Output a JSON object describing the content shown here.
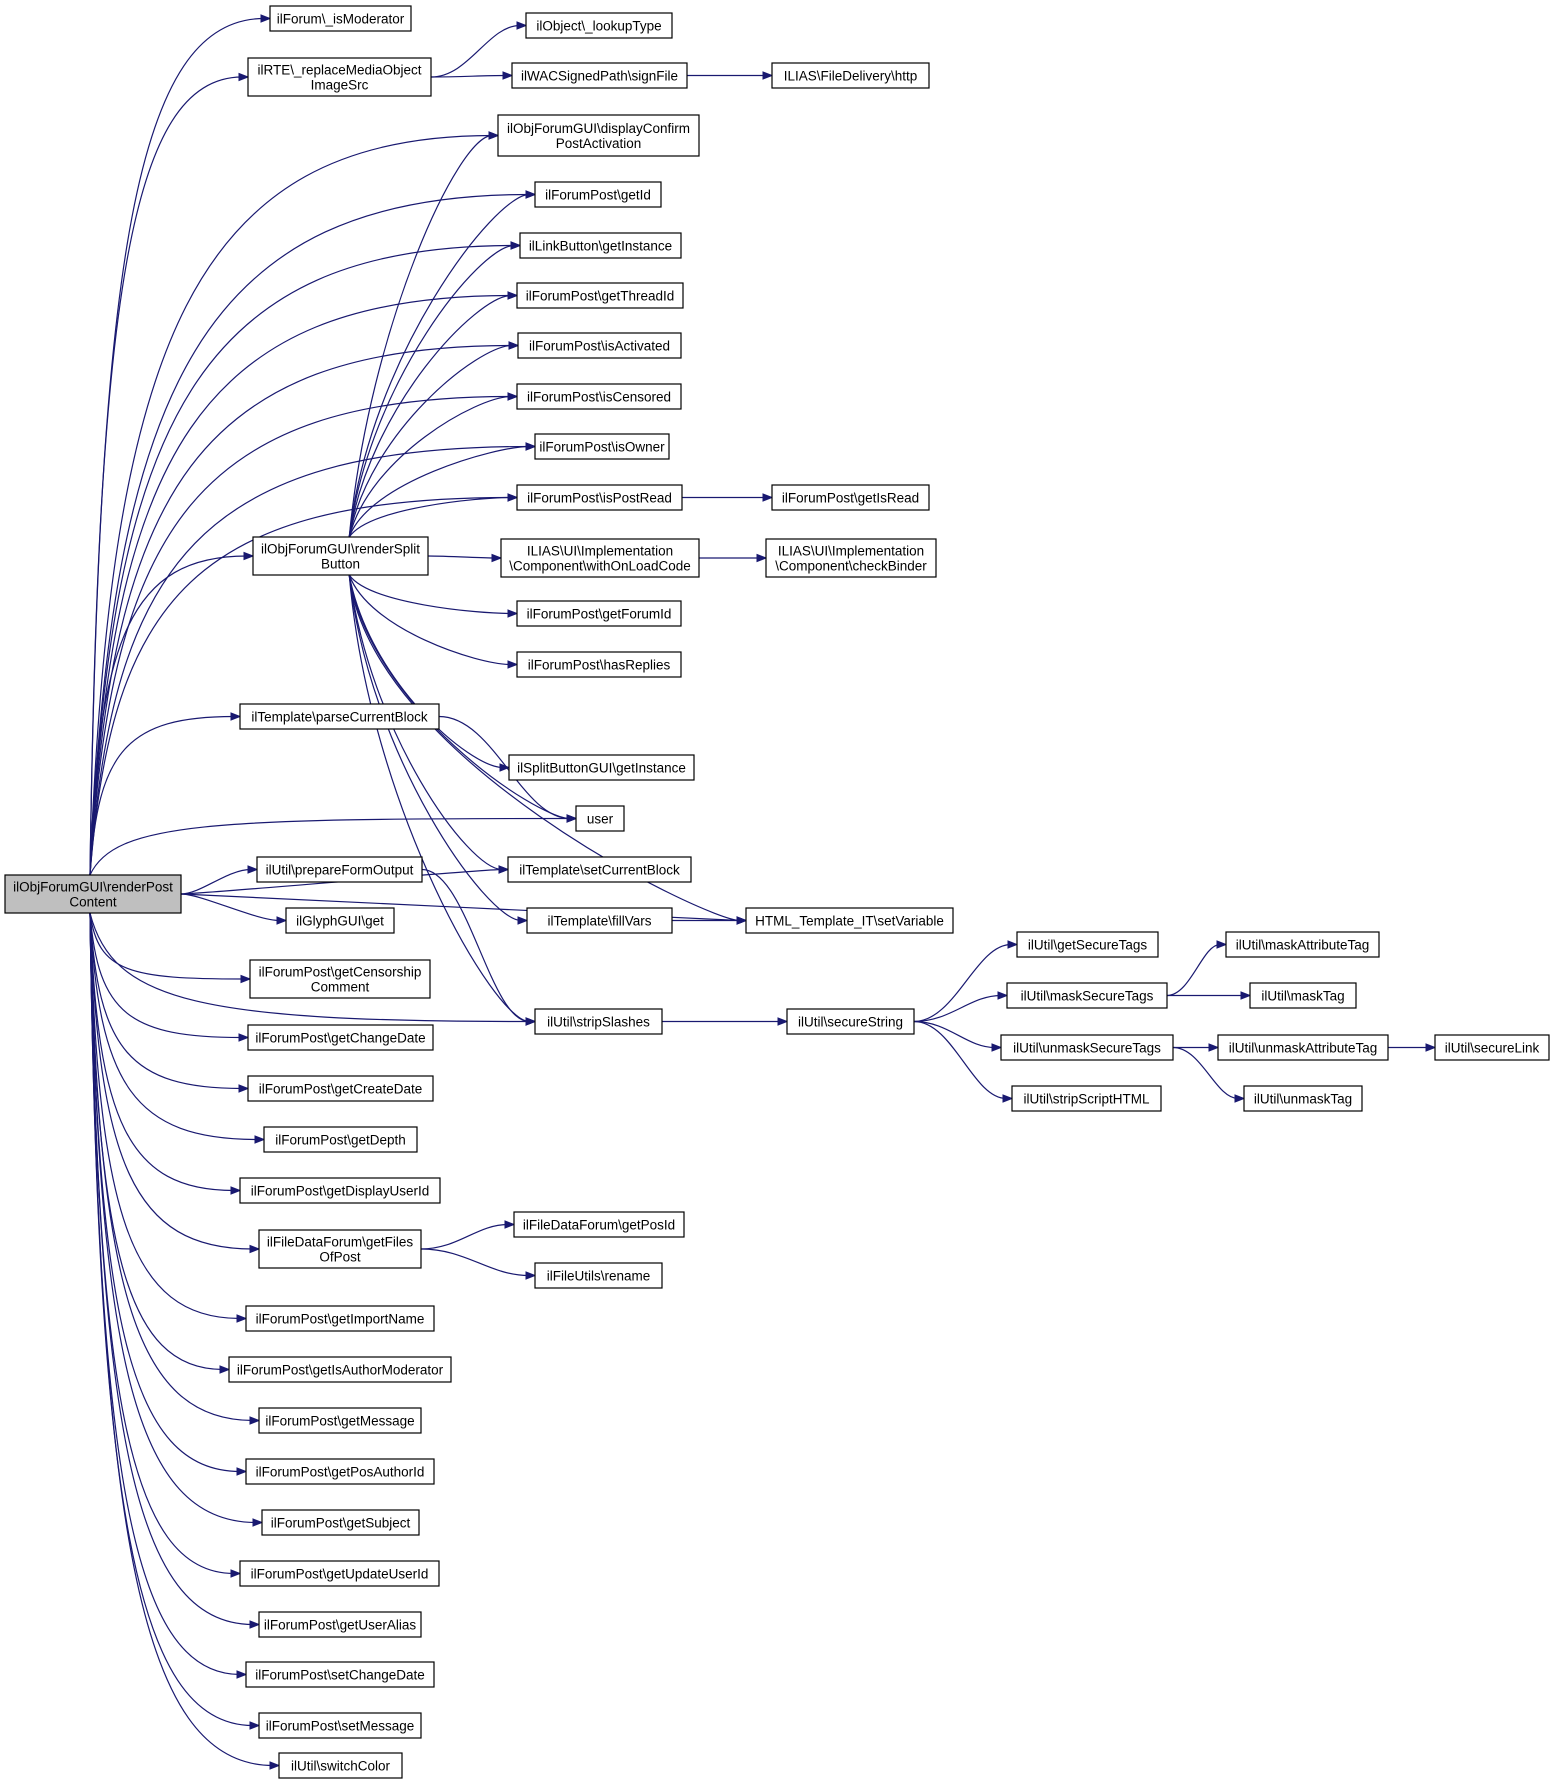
{
  "graph": {
    "nodes": [
      {
        "id": "root",
        "lines": [
          "ilObjForumGUI\\renderPost",
          "Content"
        ],
        "root": true
      },
      {
        "id": "forum_ismod",
        "lines": [
          "ilForum\\_isModerator"
        ]
      },
      {
        "id": "rte",
        "lines": [
          "ilRTE\\_replaceMediaObject",
          "ImageSrc"
        ]
      },
      {
        "id": "obj_lookup",
        "lines": [
          "ilObject\\_lookupType"
        ]
      },
      {
        "id": "wac",
        "lines": [
          "ilWACSignedPath\\signFile"
        ]
      },
      {
        "id": "filedelivery",
        "lines": [
          "ILIAS\\FileDelivery\\http"
        ]
      },
      {
        "id": "displayconfirm",
        "lines": [
          "ilObjForumGUI\\displayConfirm",
          "PostActivation"
        ]
      },
      {
        "id": "getid",
        "lines": [
          "ilForumPost\\getId"
        ]
      },
      {
        "id": "linkbutton",
        "lines": [
          "ilLinkButton\\getInstance"
        ]
      },
      {
        "id": "getthreadid",
        "lines": [
          "ilForumPost\\getThreadId"
        ]
      },
      {
        "id": "isactivated",
        "lines": [
          "ilForumPost\\isActivated"
        ]
      },
      {
        "id": "iscensored",
        "lines": [
          "ilForumPost\\isCensored"
        ]
      },
      {
        "id": "isowner",
        "lines": [
          "ilForumPost\\isOwner"
        ]
      },
      {
        "id": "ispostread",
        "lines": [
          "ilForumPost\\isPostRead"
        ]
      },
      {
        "id": "getisread",
        "lines": [
          "ilForumPost\\getIsRead"
        ]
      },
      {
        "id": "rendersplit",
        "lines": [
          "ilObjForumGUI\\renderSplit",
          "Button"
        ]
      },
      {
        "id": "withonload",
        "lines": [
          "ILIAS\\UI\\Implementation",
          "\\Component\\withOnLoadCode"
        ]
      },
      {
        "id": "checkbinder",
        "lines": [
          "ILIAS\\UI\\Implementation",
          "\\Component\\checkBinder"
        ]
      },
      {
        "id": "getforumid",
        "lines": [
          "ilForumPost\\getForumId"
        ]
      },
      {
        "id": "hasreplies",
        "lines": [
          "ilForumPost\\hasReplies"
        ]
      },
      {
        "id": "parsecurrent",
        "lines": [
          "ilTemplate\\parseCurrentBlock"
        ]
      },
      {
        "id": "splitbtn",
        "lines": [
          "ilSplitButtonGUI\\getInstance"
        ]
      },
      {
        "id": "user",
        "lines": [
          "user"
        ]
      },
      {
        "id": "preparefo",
        "lines": [
          "ilUtil\\prepareFormOutput"
        ]
      },
      {
        "id": "setcurrent",
        "lines": [
          "ilTemplate\\setCurrentBlock"
        ]
      },
      {
        "id": "glyph",
        "lines": [
          "ilGlyphGUI\\get"
        ]
      },
      {
        "id": "fillvars",
        "lines": [
          "ilTemplate\\fillVars"
        ]
      },
      {
        "id": "setvariable",
        "lines": [
          "HTML_Template_IT\\setVariable"
        ]
      },
      {
        "id": "getsecuretags",
        "lines": [
          "ilUtil\\getSecureTags"
        ]
      },
      {
        "id": "maskattr",
        "lines": [
          "ilUtil\\maskAttributeTag"
        ]
      },
      {
        "id": "censorship",
        "lines": [
          "ilForumPost\\getCensorship",
          "Comment"
        ]
      },
      {
        "id": "masksecure",
        "lines": [
          "ilUtil\\maskSecureTags"
        ]
      },
      {
        "id": "masktag",
        "lines": [
          "ilUtil\\maskTag"
        ]
      },
      {
        "id": "stripslashes",
        "lines": [
          "ilUtil\\stripSlashes"
        ]
      },
      {
        "id": "securestring",
        "lines": [
          "ilUtil\\secureString"
        ]
      },
      {
        "id": "changedate",
        "lines": [
          "ilForumPost\\getChangeDate"
        ]
      },
      {
        "id": "unmasksecure",
        "lines": [
          "ilUtil\\unmaskSecureTags"
        ]
      },
      {
        "id": "unmaskattr",
        "lines": [
          "ilUtil\\unmaskAttributeTag"
        ]
      },
      {
        "id": "securelink",
        "lines": [
          "ilUtil\\secureLink"
        ]
      },
      {
        "id": "createdate",
        "lines": [
          "ilForumPost\\getCreateDate"
        ]
      },
      {
        "id": "stripscript",
        "lines": [
          "ilUtil\\stripScriptHTML"
        ]
      },
      {
        "id": "unmasktag",
        "lines": [
          "ilUtil\\unmaskTag"
        ]
      },
      {
        "id": "getdepth",
        "lines": [
          "ilForumPost\\getDepth"
        ]
      },
      {
        "id": "displayuserid",
        "lines": [
          "ilForumPost\\getDisplayUserId"
        ]
      },
      {
        "id": "getposid",
        "lines": [
          "ilFileDataForum\\getPosId"
        ]
      },
      {
        "id": "getfiles",
        "lines": [
          "ilFileDataForum\\getFiles",
          "OfPost"
        ]
      },
      {
        "id": "rename",
        "lines": [
          "ilFileUtils\\rename"
        ]
      },
      {
        "id": "importname",
        "lines": [
          "ilForumPost\\getImportName"
        ]
      },
      {
        "id": "isauthormod",
        "lines": [
          "ilForumPost\\getIsAuthorModerator"
        ]
      },
      {
        "id": "getmessage",
        "lines": [
          "ilForumPost\\getMessage"
        ]
      },
      {
        "id": "posauthor",
        "lines": [
          "ilForumPost\\getPosAuthorId"
        ]
      },
      {
        "id": "getsubject",
        "lines": [
          "ilForumPost\\getSubject"
        ]
      },
      {
        "id": "updateuser",
        "lines": [
          "ilForumPost\\getUpdateUserId"
        ]
      },
      {
        "id": "useralias",
        "lines": [
          "ilForumPost\\getUserAlias"
        ]
      },
      {
        "id": "setchangedate",
        "lines": [
          "ilForumPost\\setChangeDate"
        ]
      },
      {
        "id": "setmessage",
        "lines": [
          "ilForumPost\\setMessage"
        ]
      },
      {
        "id": "switchcolor",
        "lines": [
          "ilUtil\\switchColor"
        ]
      }
    ],
    "edges": [
      [
        "root",
        "forum_ismod"
      ],
      [
        "root",
        "rte"
      ],
      [
        "root",
        "displayconfirm"
      ],
      [
        "root",
        "getid"
      ],
      [
        "root",
        "linkbutton"
      ],
      [
        "root",
        "getthreadid"
      ],
      [
        "root",
        "isactivated"
      ],
      [
        "root",
        "iscensored"
      ],
      [
        "root",
        "isowner"
      ],
      [
        "root",
        "ispostread"
      ],
      [
        "root",
        "rendersplit"
      ],
      [
        "root",
        "user"
      ],
      [
        "root",
        "parsecurrent"
      ],
      [
        "root",
        "setcurrent"
      ],
      [
        "root",
        "preparefo"
      ],
      [
        "root",
        "setvariable"
      ],
      [
        "root",
        "stripslashes"
      ],
      [
        "root",
        "glyph"
      ],
      [
        "root",
        "censorship"
      ],
      [
        "root",
        "changedate"
      ],
      [
        "root",
        "createdate"
      ],
      [
        "root",
        "getdepth"
      ],
      [
        "root",
        "displayuserid"
      ],
      [
        "root",
        "getfiles"
      ],
      [
        "root",
        "importname"
      ],
      [
        "root",
        "isauthormod"
      ],
      [
        "root",
        "getmessage"
      ],
      [
        "root",
        "posauthor"
      ],
      [
        "root",
        "getsubject"
      ],
      [
        "root",
        "updateuser"
      ],
      [
        "root",
        "useralias"
      ],
      [
        "root",
        "setchangedate"
      ],
      [
        "root",
        "setmessage"
      ],
      [
        "root",
        "switchcolor"
      ],
      [
        "rte",
        "obj_lookup"
      ],
      [
        "rte",
        "wac"
      ],
      [
        "wac",
        "filedelivery"
      ],
      [
        "rendersplit",
        "displayconfirm"
      ],
      [
        "rendersplit",
        "getid"
      ],
      [
        "rendersplit",
        "linkbutton"
      ],
      [
        "rendersplit",
        "getthreadid"
      ],
      [
        "rendersplit",
        "isactivated"
      ],
      [
        "rendersplit",
        "iscensored"
      ],
      [
        "rendersplit",
        "isowner"
      ],
      [
        "rendersplit",
        "ispostread"
      ],
      [
        "rendersplit",
        "withonload"
      ],
      [
        "rendersplit",
        "getforumid"
      ],
      [
        "rendersplit",
        "hasreplies"
      ],
      [
        "rendersplit",
        "setvariable"
      ],
      [
        "rendersplit",
        "splitbtn"
      ],
      [
        "rendersplit",
        "user"
      ],
      [
        "rendersplit",
        "setcurrent"
      ],
      [
        "rendersplit",
        "fillvars"
      ],
      [
        "rendersplit",
        "stripslashes"
      ],
      [
        "ispostread",
        "getisread"
      ],
      [
        "withonload",
        "checkbinder"
      ],
      [
        "parsecurrent",
        "user"
      ],
      [
        "preparefo",
        "stripslashes"
      ],
      [
        "fillvars",
        "setvariable"
      ],
      [
        "stripslashes",
        "securestring"
      ],
      [
        "securestring",
        "getsecuretags"
      ],
      [
        "securestring",
        "masksecure"
      ],
      [
        "securestring",
        "unmasksecure"
      ],
      [
        "securestring",
        "stripscript"
      ],
      [
        "masksecure",
        "maskattr"
      ],
      [
        "masksecure",
        "masktag"
      ],
      [
        "unmasksecure",
        "unmaskattr"
      ],
      [
        "unmasksecure",
        "unmasktag"
      ],
      [
        "unmaskattr",
        "securelink"
      ],
      [
        "getfiles",
        "getposid"
      ],
      [
        "getfiles",
        "rename"
      ]
    ]
  }
}
